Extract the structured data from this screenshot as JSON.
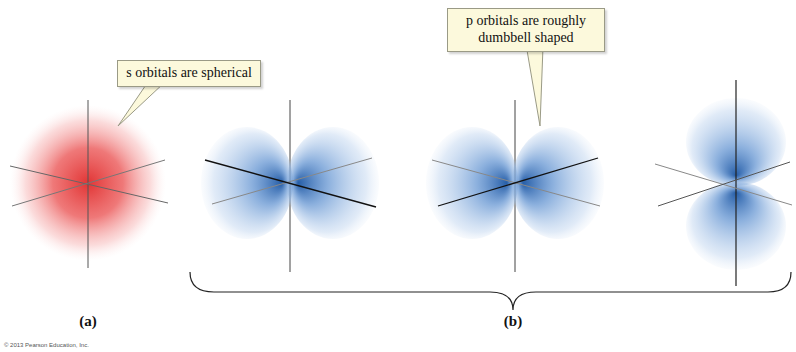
{
  "diagram": {
    "nodes": [
      {
        "text": [
          "s orbitals are spherical"
        ]
      },
      {
        "text": [
          "p orbitals are roughly dumbbell shaped"
        ]
      }
    ],
    "labels": [
      "(a)",
      "(b)",
      "© 2013 Pearson Education, Inc."
    ]
  }
}
